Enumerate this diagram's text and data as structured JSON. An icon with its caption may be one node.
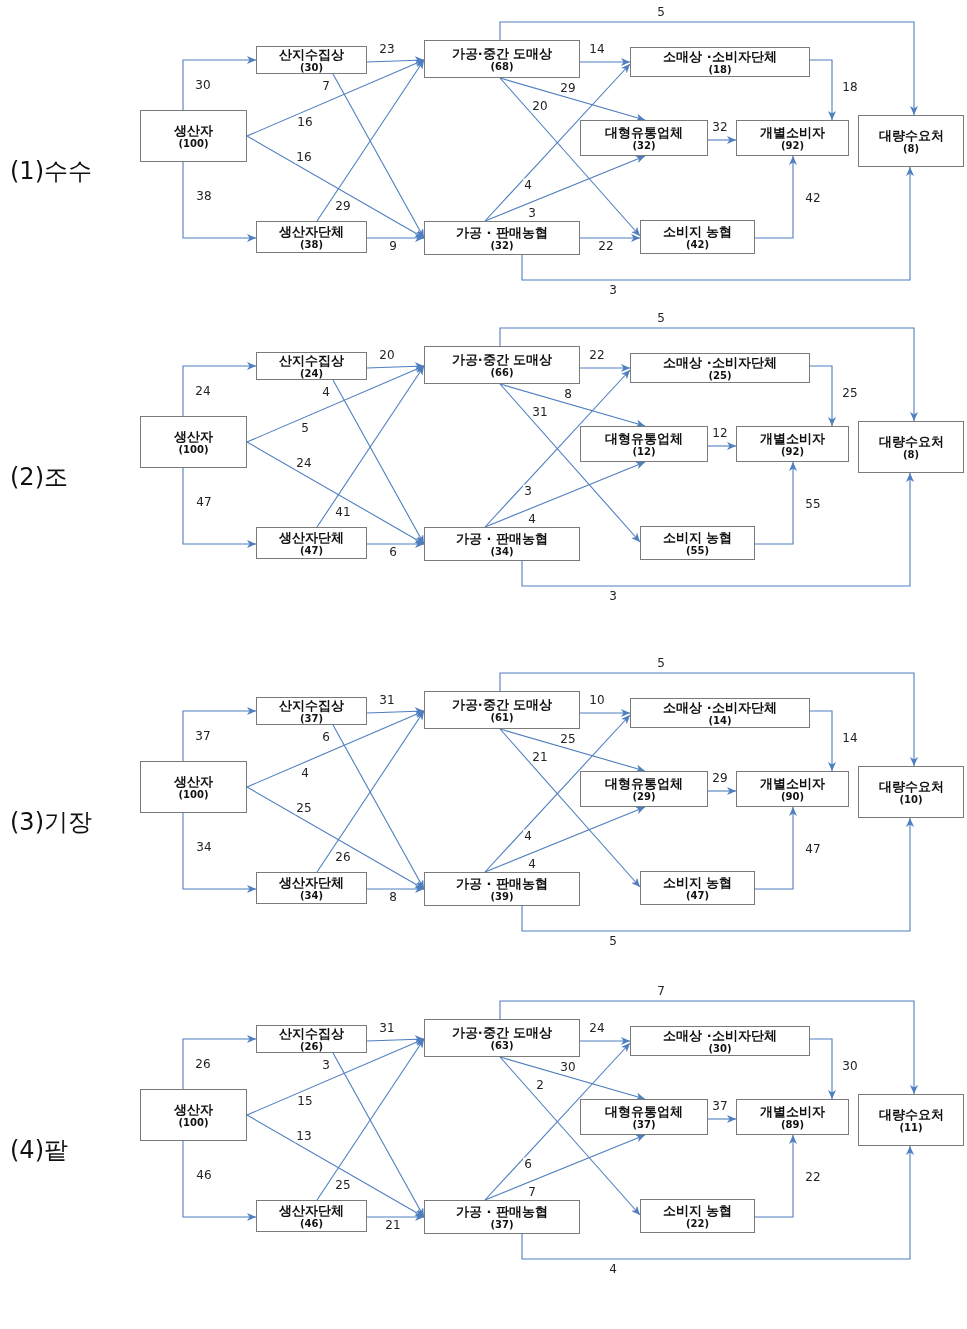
{
  "diagram": {
    "nodes": [
      {
        "text": [
          "생산자",
          "(100)"
        ]
      },
      {
        "text": [
          "산지수집상",
          "(30)"
        ]
      },
      {
        "text": [
          "생산자단체",
          "(38)"
        ]
      },
      {
        "text": [
          "가공·중간 도매상",
          "(68)"
        ]
      },
      {
        "text": [
          "가공 · 판매농협",
          "(32)"
        ]
      },
      {
        "text": [
          "소매상 ·소비자단체",
          "(18)"
        ]
      },
      {
        "text": [
          "대형유통업체",
          "(32)"
        ]
      },
      {
        "text": [
          "소비지 농협",
          "(42)"
        ]
      },
      {
        "text": [
          "개별소비자",
          "(92)"
        ]
      },
      {
        "text": [
          "대량수요처",
          "(8)"
        ]
      },
      {
        "text": [
          "생산자",
          "(100)"
        ]
      },
      {
        "text": [
          "산지수집상",
          "(24)"
        ]
      },
      {
        "text": [
          "생산자단체",
          "(47)"
        ]
      },
      {
        "text": [
          "가공·중간 도매상",
          "(66)"
        ]
      },
      {
        "text": [
          "가공 · 판매농협",
          "(34)"
        ]
      },
      {
        "text": [
          "소매상 ·소비자단체",
          "(25)"
        ]
      },
      {
        "text": [
          "대형유통업체",
          "(12)"
        ]
      },
      {
        "text": [
          "소비지 농협",
          "(55)"
        ]
      },
      {
        "text": [
          "개별소비자",
          "(92)"
        ]
      },
      {
        "text": [
          "대량수요처",
          "(8)"
        ]
      },
      {
        "text": [
          "생산자",
          "(100)"
        ]
      },
      {
        "text": [
          "산지수집상",
          "(37)"
        ]
      },
      {
        "text": [
          "생산자단체",
          "(34)"
        ]
      },
      {
        "text": [
          "가공·중간 도매상",
          "(61)"
        ]
      },
      {
        "text": [
          "가공 · 판매농협",
          "(39)"
        ]
      },
      {
        "text": [
          "소매상 ·소비자단체",
          "(14)"
        ]
      },
      {
        "text": [
          "대형유통업체",
          "(29)"
        ]
      },
      {
        "text": [
          "소비지 농협",
          "(47)"
        ]
      },
      {
        "text": [
          "개별소비자",
          "(90)"
        ]
      },
      {
        "text": [
          "대량수요처",
          "(10)"
        ]
      },
      {
        "text": [
          "생산자",
          "(100)"
        ]
      },
      {
        "text": [
          "산지수집상",
          "(26)"
        ]
      },
      {
        "text": [
          "생산자단체",
          "(46)"
        ]
      },
      {
        "text": [
          "가공·중간 도매상",
          "(63)"
        ]
      },
      {
        "text": [
          "가공 · 판매농협",
          "(37)"
        ]
      },
      {
        "text": [
          "소매상 ·소비자단체",
          "(30)"
        ]
      },
      {
        "text": [
          "대형유통업체",
          "(37)"
        ]
      },
      {
        "text": [
          "소비지 농협",
          "(22)"
        ]
      },
      {
        "text": [
          "개별소비자",
          "(89)"
        ]
      },
      {
        "text": [
          "대량수요처",
          "(11)"
        ]
      }
    ],
    "edges": [
      {
        "from": 0,
        "to": 1,
        "arrow": "to",
        "label": "30"
      },
      {
        "from": 0,
        "to": 2,
        "arrow": "to",
        "label": "38"
      },
      {
        "from": 0,
        "to": 3,
        "arrow": "to",
        "label": "16"
      },
      {
        "from": 0,
        "to": 4,
        "arrow": "to",
        "label": "16"
      },
      {
        "from": 1,
        "to": 3,
        "arrow": "to",
        "label": "23"
      },
      {
        "from": 1,
        "to": 4,
        "arrow": "to",
        "label": "7"
      },
      {
        "from": 2,
        "to": 3,
        "arrow": "to",
        "label": "29"
      },
      {
        "from": 2,
        "to": 4,
        "arrow": "to",
        "label": "9"
      },
      {
        "from": 3,
        "to": 5,
        "arrow": "to",
        "label": "14"
      },
      {
        "from": 3,
        "to": 6,
        "arrow": "to",
        "label": "29"
      },
      {
        "from": 3,
        "to": 7,
        "arrow": "to",
        "label": "20"
      },
      {
        "from": 3,
        "to": 9,
        "arrow": "to",
        "label": "5"
      },
      {
        "from": 4,
        "to": 5,
        "arrow": "to",
        "label": "4"
      },
      {
        "from": 4,
        "to": 6,
        "arrow": "to",
        "label": "3"
      },
      {
        "from": 4,
        "to": 7,
        "arrow": "to",
        "label": "22"
      },
      {
        "from": 4,
        "to": 9,
        "arrow": "to",
        "label": "3"
      },
      {
        "from": 5,
        "to": 8,
        "arrow": "to",
        "label": "18"
      },
      {
        "from": 6,
        "to": 8,
        "arrow": "to",
        "label": "32"
      },
      {
        "from": 7,
        "to": 8,
        "arrow": "to",
        "label": "42"
      },
      {
        "from": 10,
        "to": 11,
        "arrow": "to",
        "label": "24"
      },
      {
        "from": 10,
        "to": 12,
        "arrow": "to",
        "label": "47"
      },
      {
        "from": 10,
        "to": 13,
        "arrow": "to",
        "label": "5"
      },
      {
        "from": 10,
        "to": 14,
        "arrow": "to",
        "label": "24"
      },
      {
        "from": 11,
        "to": 13,
        "arrow": "to",
        "label": "20"
      },
      {
        "from": 11,
        "to": 14,
        "arrow": "to",
        "label": "4"
      },
      {
        "from": 12,
        "to": 13,
        "arrow": "to",
        "label": "41"
      },
      {
        "from": 12,
        "to": 14,
        "arrow": "to",
        "label": "6"
      },
      {
        "from": 13,
        "to": 15,
        "arrow": "to",
        "label": "22"
      },
      {
        "from": 13,
        "to": 16,
        "arrow": "to",
        "label": "8"
      },
      {
        "from": 13,
        "to": 17,
        "arrow": "to",
        "label": "31"
      },
      {
        "from": 13,
        "to": 19,
        "arrow": "to",
        "label": "5"
      },
      {
        "from": 14,
        "to": 15,
        "arrow": "to",
        "label": "3"
      },
      {
        "from": 14,
        "to": 16,
        "arrow": "to",
        "label": "4"
      },
      {
        "from": 14,
        "to": 19,
        "arrow": "to",
        "label": "3"
      },
      {
        "from": 15,
        "to": 18,
        "arrow": "to",
        "label": "25"
      },
      {
        "from": 16,
        "to": 18,
        "arrow": "to",
        "label": "12"
      },
      {
        "from": 17,
        "to": 18,
        "arrow": "to",
        "label": "55"
      },
      {
        "from": 20,
        "to": 21,
        "arrow": "to",
        "label": "37"
      },
      {
        "from": 20,
        "to": 22,
        "arrow": "to",
        "label": "34"
      },
      {
        "from": 20,
        "to": 23,
        "arrow": "to",
        "label": "4"
      },
      {
        "from": 20,
        "to": 24,
        "arrow": "to",
        "label": "25"
      },
      {
        "from": 21,
        "to": 23,
        "arrow": "to",
        "label": "31"
      },
      {
        "from": 21,
        "to": 24,
        "arrow": "to",
        "label": "6"
      },
      {
        "from": 22,
        "to": 23,
        "arrow": "to",
        "label": "26"
      },
      {
        "from": 22,
        "to": 24,
        "arrow": "to",
        "label": "8"
      },
      {
        "from": 23,
        "to": 25,
        "arrow": "to",
        "label": "10"
      },
      {
        "from": 23,
        "to": 26,
        "arrow": "to",
        "label": "25"
      },
      {
        "from": 23,
        "to": 27,
        "arrow": "to",
        "label": "21"
      },
      {
        "from": 23,
        "to": 29,
        "arrow": "to",
        "label": "5"
      },
      {
        "from": 24,
        "to": 25,
        "arrow": "to",
        "label": "4"
      },
      {
        "from": 24,
        "to": 26,
        "arrow": "to",
        "label": "4"
      },
      {
        "from": 24,
        "to": 29,
        "arrow": "to",
        "label": "5"
      },
      {
        "from": 25,
        "to": 28,
        "arrow": "to",
        "label": "14"
      },
      {
        "from": 26,
        "to": 28,
        "arrow": "to",
        "label": "29"
      },
      {
        "from": 27,
        "to": 28,
        "arrow": "to",
        "label": "47"
      },
      {
        "from": 30,
        "to": 31,
        "arrow": "to",
        "label": "26"
      },
      {
        "from": 30,
        "to": 32,
        "arrow": "to",
        "label": "46"
      },
      {
        "from": 30,
        "to": 33,
        "arrow": "to",
        "label": "15"
      },
      {
        "from": 30,
        "to": 34,
        "arrow": "to",
        "label": "13"
      },
      {
        "from": 31,
        "to": 33,
        "arrow": "to",
        "label": "31"
      },
      {
        "from": 31,
        "to": 34,
        "arrow": "to",
        "label": "3"
      },
      {
        "from": 32,
        "to": 33,
        "arrow": "to",
        "label": "25"
      },
      {
        "from": 32,
        "to": 34,
        "arrow": "to",
        "label": "21"
      },
      {
        "from": 33,
        "to": 35,
        "arrow": "to",
        "label": "24"
      },
      {
        "from": 33,
        "to": 36,
        "arrow": "to",
        "label": "30"
      },
      {
        "from": 33,
        "to": 37,
        "arrow": "to",
        "label": "2"
      },
      {
        "from": 33,
        "to": 39,
        "arrow": "to",
        "label": "7"
      },
      {
        "from": 34,
        "to": 35,
        "arrow": "to",
        "label": "6"
      },
      {
        "from": 34,
        "to": 36,
        "arrow": "to",
        "label": "7"
      },
      {
        "from": 34,
        "to": 39,
        "arrow": "to",
        "label": "4"
      },
      {
        "from": 35,
        "to": 38,
        "arrow": "to",
        "label": "30"
      },
      {
        "from": 36,
        "to": 38,
        "arrow": "to",
        "label": "37"
      },
      {
        "from": 37,
        "to": 38,
        "arrow": "to",
        "label": "22"
      }
    ],
    "labels": [
      "(1)수수",
      "(2)조",
      "(3)기장",
      "(4)팥"
    ]
  }
}
